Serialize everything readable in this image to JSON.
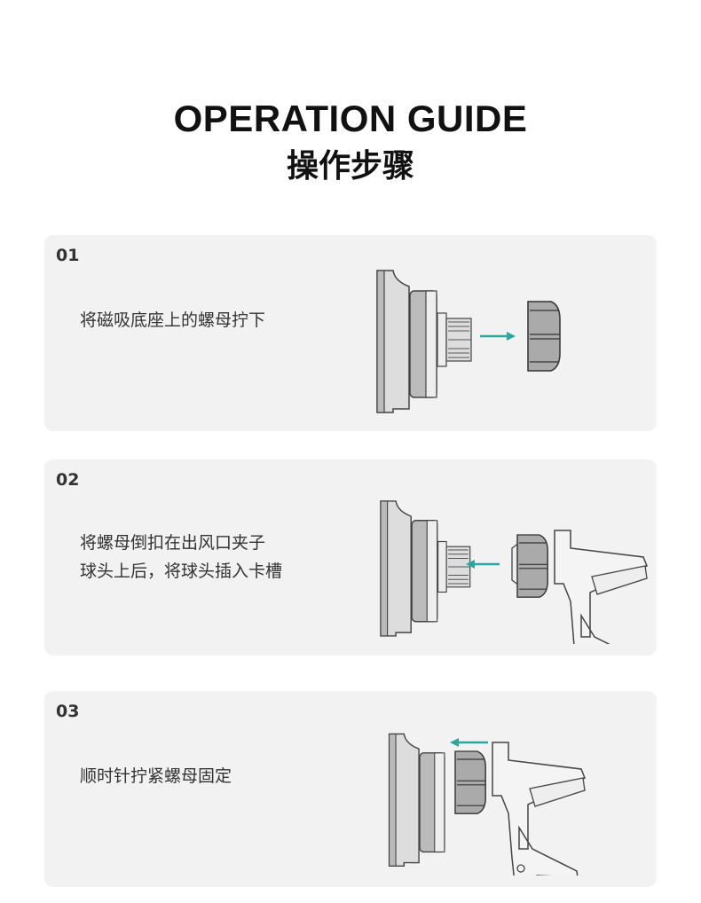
{
  "header": {
    "title": "OPERATION GUIDE",
    "subtitle": "操作步骤"
  },
  "accent_color": "#2aa79f",
  "steps": [
    {
      "number": "01",
      "lines": [
        "将磁吸底座上的螺母拧下"
      ],
      "arrow": "right"
    },
    {
      "number": "02",
      "lines": [
        "将螺母倒扣在出风口夹子",
        "球头上后，将球头插入卡槽"
      ],
      "arrow": "left"
    },
    {
      "number": "03",
      "lines": [
        "顺时针拧紧螺母固定"
      ],
      "arrow": "left"
    }
  ]
}
